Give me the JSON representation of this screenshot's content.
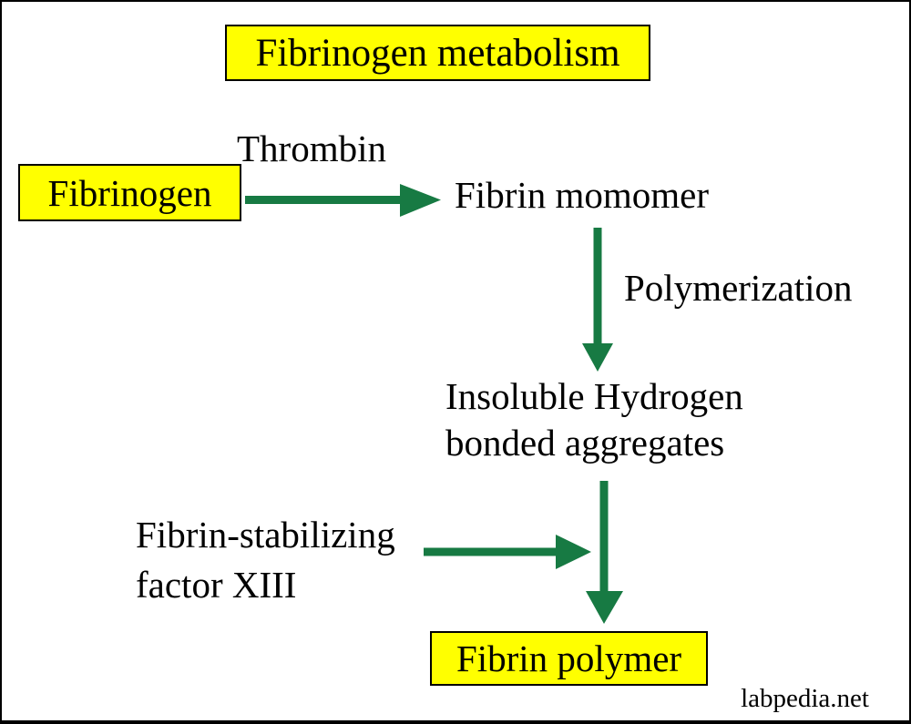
{
  "diagram": {
    "title": "Fibrinogen metabolism",
    "nodes": {
      "fibrinogen": "Fibrinogen",
      "fibrin_monomer": "Fibrin momomer",
      "aggregates_line1": "Insoluble Hydrogen",
      "aggregates_line2": "bonded aggregates",
      "fibrin_polymer": "Fibrin polymer"
    },
    "edge_labels": {
      "thrombin": "Thrombin",
      "polymerization": "Polymerization",
      "factor_line1": "Fibrin-stabilizing",
      "factor_line2": "factor XIII"
    },
    "watermark": "labpedia.net"
  },
  "colors": {
    "arrow_green": "#177a43",
    "highlight_yellow": "#ffff00",
    "border_black": "#000000",
    "text_black": "#000000"
  }
}
